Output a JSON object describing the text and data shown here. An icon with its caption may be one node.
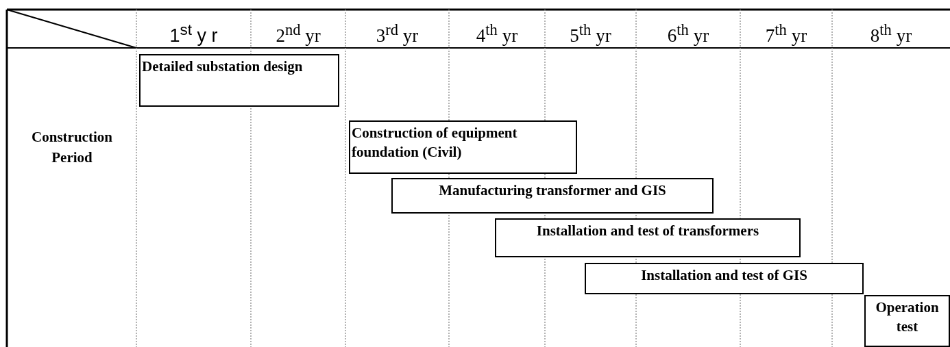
{
  "diagram": {
    "nodes": [
      {
        "text": [
          "Detailed substation design"
        ]
      },
      {
        "text": [
          "Construction of equipment foundation (Civil)"
        ]
      },
      {
        "text": [
          "Manufacturing transformer and GIS"
        ]
      },
      {
        "text": [
          "Installation and test of transformers"
        ]
      },
      {
        "text": [
          "Installation and test of GIS"
        ]
      },
      {
        "text": [
          "Operation test"
        ]
      }
    ],
    "edges": [],
    "labels": [
      "1$^{st}$ y r",
      "2$^{nd}$ yr",
      "3$^{rd}$ yr",
      "4$^{th}$ yr",
      "5$^{th}$ yr",
      "6$^{th}$ yr",
      "7$^{th}$ yr",
      "8$^{th}$ yr",
      "Construction Period"
    ]
  }
}
